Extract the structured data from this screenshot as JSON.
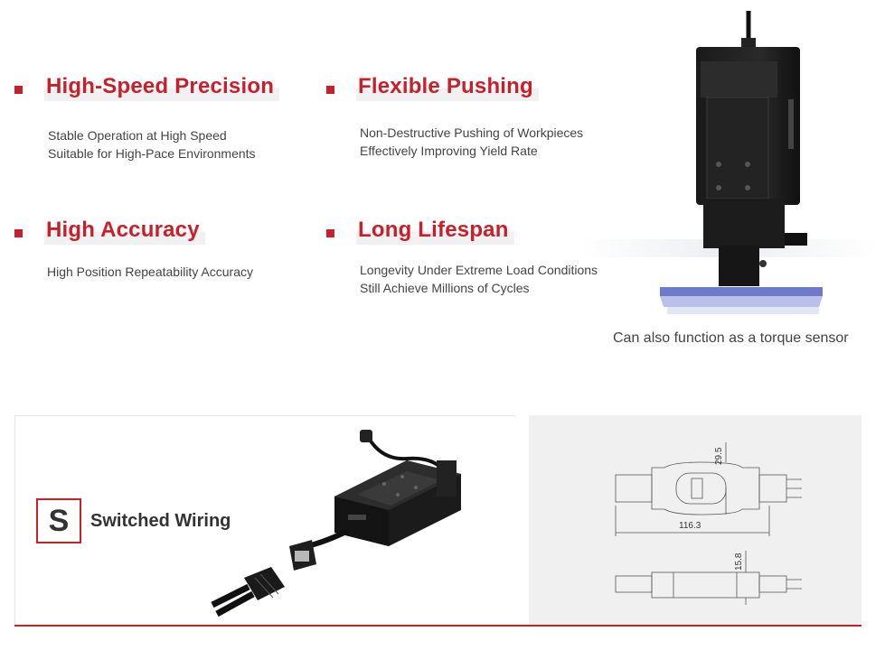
{
  "features": [
    {
      "title": "High-Speed Precision",
      "lines": [
        "Stable Operation at High Speed",
        "Suitable for High-Pace Environments"
      ]
    },
    {
      "title": "Flexible Pushing",
      "lines": [
        "Non-Destructive Pushing of Workpieces",
        "Effectively Improving Yield Rate"
      ]
    },
    {
      "title": "High Accuracy",
      "lines": [
        "High Position Repeatability Accuracy"
      ]
    },
    {
      "title": "Long Lifespan",
      "lines": [
        "Longevity Under Extreme Load Conditions",
        "Still Achieve Millions of Cycles"
      ]
    }
  ],
  "product_caption": "Can also function as a torque sensor",
  "wiring": {
    "badge": "S",
    "label": "Switched Wiring"
  },
  "dimensions": {
    "height_top": "29.5",
    "length": "116.3",
    "height_side": "15.8"
  },
  "colors": {
    "accent": "#c8202b",
    "panel_bg": "#f0f0f0"
  }
}
